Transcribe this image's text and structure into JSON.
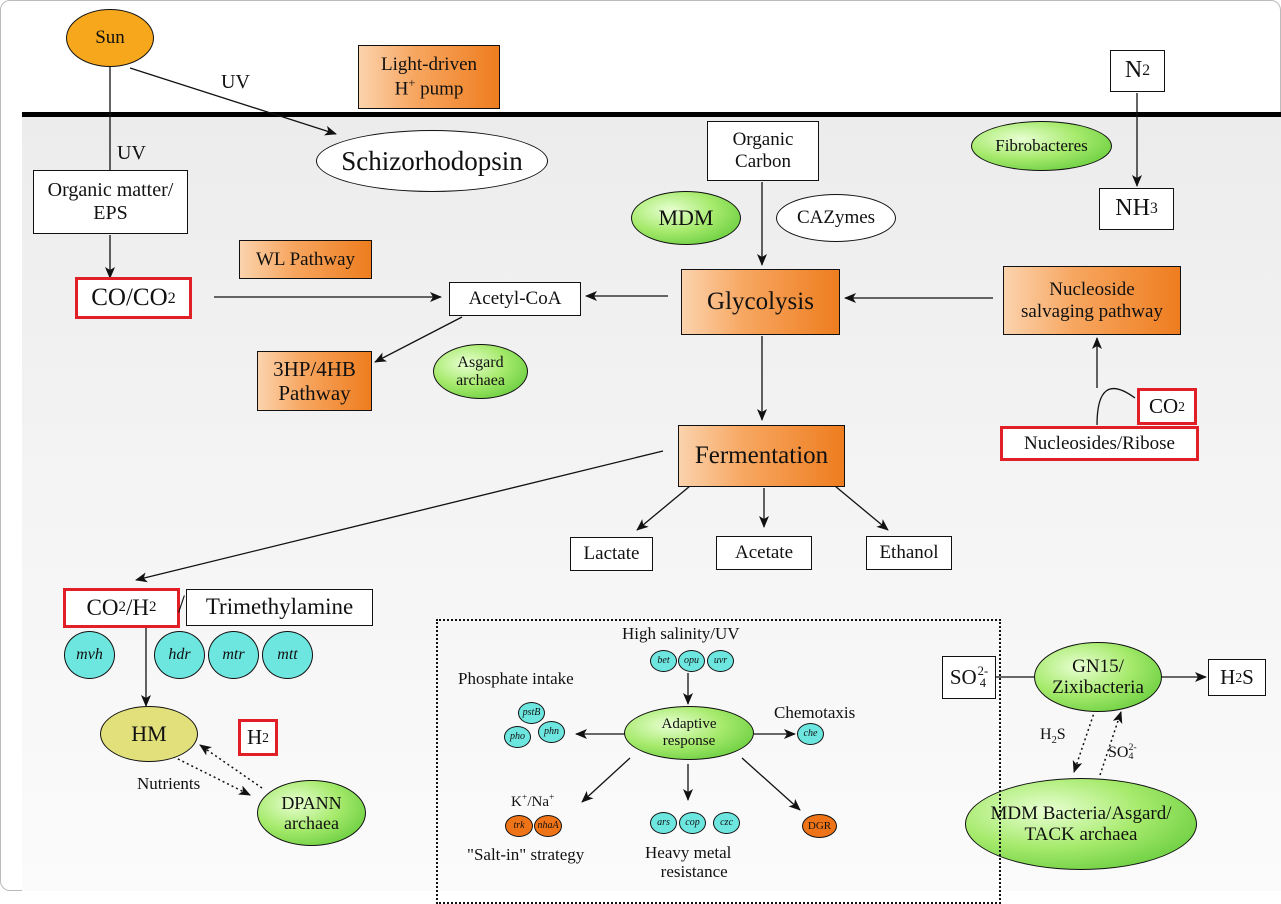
{
  "diagram": {
    "outside": {
      "sun": "Sun",
      "uv_1": "UV",
      "uv_2": "UV",
      "light_pump_l1": "Light-driven",
      "light_pump_l2_a": "H",
      "light_pump_l2_sup": "+",
      "light_pump_l2_b": " pump",
      "n2": "N",
      "n2_sub": "2"
    },
    "cell": {
      "schizorhodopsin": "Schizorhodopsin",
      "organic_matter_l1": "Organic matter/",
      "organic_matter_l2": "EPS",
      "co_co2_a": "CO/CO",
      "co_co2_sub": "2",
      "wl_pathway": "WL Pathway",
      "acetyl_coa": "Acetyl-CoA",
      "three_hp_l1": "3HP/4HB",
      "three_hp_l2": "Pathway",
      "asgard_l1": "Asgard",
      "asgard_l2": "archaea",
      "organic_carbon_l1": "Organic",
      "organic_carbon_l2": "Carbon",
      "mdm": "MDM",
      "cazymes": "CAZymes",
      "glycolysis": "Glycolysis",
      "fibrobacteres": "Fibrobacteres",
      "nh3": "NH",
      "nh3_sub": "3",
      "nucleoside_salvage_l1": "Nucleoside",
      "nucleoside_salvage_l2": "salvaging pathway",
      "co2_right": "CO",
      "co2_right_sub": "2",
      "nucleosides_ribose": "Nucleosides/Ribose",
      "fermentation": "Fermentation",
      "lactate": "Lactate",
      "acetate": "Acetate",
      "ethanol": "Ethanol",
      "co2h2_a": "CO",
      "co2h2_sub1": "2",
      "co2h2_b": "/H",
      "co2h2_sub2": "2",
      "slash": "/",
      "trimethylamine": "Trimethylamine",
      "genes_methano": [
        "mvh",
        "hdr",
        "mtr",
        "mtt"
      ],
      "hm": "HM",
      "h2": "H",
      "h2_sub": "2",
      "nutrients": "Nutrients",
      "dpann_l1": "DPANN",
      "dpann_l2": "archaea",
      "so4": "SO",
      "so4_sup": "2-",
      "so4_sub": "4",
      "gn15_l1": "GN15/",
      "gn15_l2": "Zixibacteria",
      "h2s": "H",
      "h2s_sub": "2",
      "h2s_tail": "S",
      "h2s_label": "H",
      "h2s_label_sub": "2",
      "h2s_label_tail": "S",
      "so4_label": "SO",
      "so4_label_sup": "2-",
      "so4_label_sub": "4",
      "mdm_asgard_l1": "MDM Bacteria/Asgard/",
      "mdm_asgard_l2": "TACK archaea"
    },
    "adaptive_box": {
      "high_salinity": "High salinity/UV",
      "salinity_genes": [
        "bet",
        "opu",
        "uvr"
      ],
      "adaptive_l1": "Adaptive",
      "adaptive_l2": "response",
      "phosphate_intake": "Phosphate intake",
      "phosphate_genes": [
        "pstB",
        "pho",
        "phn"
      ],
      "chemotaxis": "Chemotaxis",
      "chemotaxis_gene": "che",
      "k_na_a": "K",
      "k_na_sup1": "+",
      "k_na_b": "/Na",
      "k_na_sup2": "+",
      "salt_genes": [
        "trk",
        "nhaA"
      ],
      "salt_in": "\"Salt-in\" strategy",
      "metal_genes": [
        "ars",
        "cop",
        "czc"
      ],
      "heavy_metal_l1": "Heavy metal",
      "heavy_metal_l2": "resistance",
      "dgr": "DGR"
    }
  },
  "colors": {
    "membrane": "#000000",
    "red_outline": "#e01f26",
    "orange_box": "#ee7d1f",
    "green_oval": "#4fc12b",
    "cyan_gene": "#6ee6e0",
    "sun": "#f7a71b",
    "hm": "#e2e07a"
  }
}
